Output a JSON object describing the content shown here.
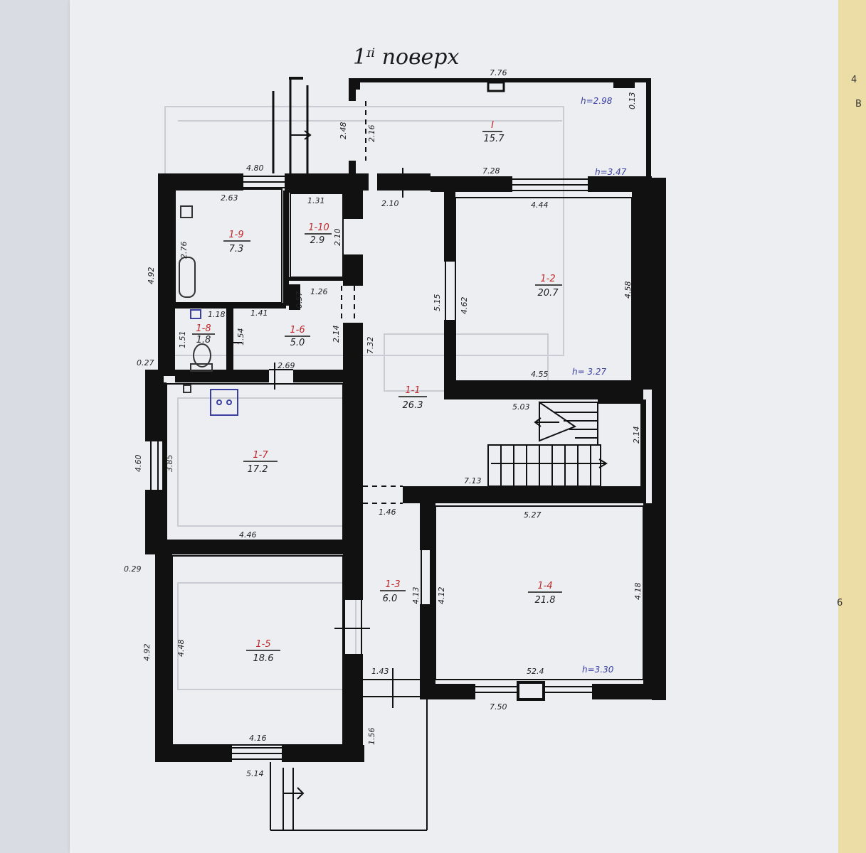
{
  "title": "1ᶦⁱ поверх",
  "colors": {
    "ink": "#111111",
    "room_id": "#c0282a",
    "height_note": "#3a3fa0",
    "paper": "#eceef2"
  },
  "rooms": [
    {
      "id": "I",
      "area": "15.7"
    },
    {
      "id": "1-1",
      "area": "26.3"
    },
    {
      "id": "1-2",
      "area": "20.7"
    },
    {
      "id": "1-3",
      "area": "6.0"
    },
    {
      "id": "1-4",
      "area": "21.8"
    },
    {
      "id": "1-5",
      "area": "18.6"
    },
    {
      "id": "1-6",
      "area": "5.0"
    },
    {
      "id": "1-7",
      "area": "17.2"
    },
    {
      "id": "1-8",
      "area": "1.8"
    },
    {
      "id": "1-9",
      "area": "7.3"
    },
    {
      "id": "1-10",
      "area": "2.9"
    }
  ],
  "heights": [
    "h=2.98",
    "h=3.47",
    "h= 3.27",
    "h=3.30"
  ],
  "dims": {
    "top_776": "7.76",
    "top_013": "0.13",
    "top_248": "2.48",
    "top_216": "2.16",
    "d480": "4.80",
    "d728": "7.28",
    "d263": "2.63",
    "d131": "1.31",
    "d210": "2.10",
    "d444": "4.44",
    "d276": "2.76",
    "d210b": "2.10",
    "d492a": "4.92",
    "d126": "1.26",
    "d057": "0.57",
    "d141": "1.41",
    "d515": "5.15",
    "d462": "4.62",
    "d458": "4.58",
    "d118": "1.18",
    "d151": "1.51",
    "d154": "1.54",
    "d214a": "2.14",
    "d732": "7.32",
    "d027": "0.27",
    "d269": "2.69",
    "d455": "4.55",
    "d503": "5.03",
    "d214b": "2.14",
    "d460": "4.60",
    "d385": "3.85",
    "d713": "7.13",
    "d146": "1.46",
    "d527": "5.27",
    "d446": "4.46",
    "d029": "0.29",
    "d413": "4.13",
    "d412": "4.12",
    "d418": "4.18",
    "d492b": "4.92",
    "d448": "4.48",
    "d143": "1.43",
    "d524": "52.4",
    "d750": "7.50",
    "d156": "1.56",
    "d416": "4.16",
    "d514": "5.14"
  },
  "edge_marks": {
    "a": "4",
    "b": "B",
    "c": "6"
  }
}
